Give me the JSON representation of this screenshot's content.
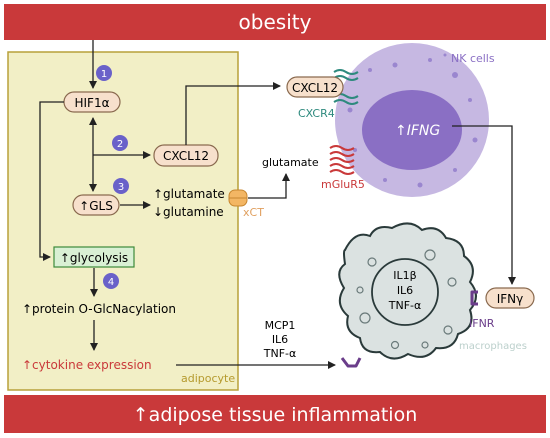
{
  "top_banner": {
    "text": "obesity",
    "color": "#c9393a"
  },
  "bottom_banner": {
    "text": "↑adipose tissue inflammation",
    "color": "#c9393a"
  },
  "adipocyte": {
    "label": "adipocyte",
    "hif1a": "HIF1α",
    "cxcl12": "CXCL12",
    "gls": "↑GLS",
    "glutamate_up": "↑glutamate",
    "glutamine_down": "↓glutamine",
    "xct": "xCT",
    "glycolysis": "↑glycolysis",
    "protein_glcnac": "↑protein O-GlcNacylation",
    "cytokine": "↑cytokine expression",
    "steps": [
      "1",
      "2",
      "3",
      "4"
    ]
  },
  "nk_cell": {
    "label": "NK cells",
    "cxcl12": "CXCL12",
    "cxcr4": "CXCR4",
    "ifng": "↑IFNG",
    "glutamate": "glutamate",
    "mglur5": "mGluR5"
  },
  "macrophage": {
    "label": "macrophages",
    "cytokines": [
      "IL1β",
      "IL6",
      "TNF-α"
    ],
    "ifngamma": "IFNγ",
    "ifnr": "IFNR"
  },
  "secreted": [
    "MCP1",
    "IL6",
    "TNF-α"
  ],
  "colors": {
    "adipocyte_fill": "#f2efc6",
    "adipocyte_border": "#b8a13a",
    "step_circle": "#6a61c9",
    "nk_outer": "#c6b8e2",
    "nk_inner": "#8a6fc4",
    "macro": "#dbe2e1",
    "node_fill": "#f7e0cc",
    "node_border": "#8a6a4f",
    "glycolysis_fill": "#d9f0d4",
    "glycolysis_border": "#3d8a3a"
  }
}
